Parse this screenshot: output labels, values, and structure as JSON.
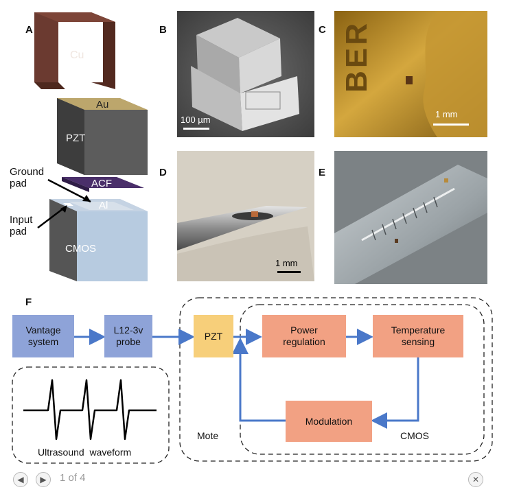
{
  "figure": {
    "panels": {
      "a": "A",
      "b": "B",
      "c": "C",
      "d": "D",
      "e": "E",
      "f": "F"
    },
    "panel_a": {
      "layers": {
        "cu": "Cu",
        "au": "Au",
        "pzt": "PZT",
        "acf": "ACF",
        "al": "Al",
        "cmos": "CMOS"
      },
      "callouts": {
        "ground": "Ground\npad",
        "input": "Input\npad"
      }
    },
    "panel_b": {
      "scale": "100 µm"
    },
    "panel_c": {
      "coin_letters": "BER",
      "scale": "1 mm"
    },
    "panel_d": {
      "scale": "1 mm"
    },
    "panel_f": {
      "vantage": "Vantage\nsystem",
      "probe": "L12-3v\nprobe",
      "pzt": "PZT",
      "power": "Power\nregulation",
      "temp": "Temperature\nsensing",
      "modulation": "Modulation",
      "mote": "Mote",
      "cmos": "CMOS",
      "waveform": "Ultrasound  waveform"
    },
    "colors": {
      "blue_box": "#8ea3d8",
      "pzt_box": "#f7cf7a",
      "orange_box": "#f2a183",
      "arrow": "#4a78c9",
      "cu": "#6a3a30",
      "au": "#b9a46a",
      "acf": "#4a2f6a",
      "al": "#c9d6e6",
      "cmos_side": "#b7cbe0"
    }
  },
  "viewer": {
    "counter": "1 of 4"
  }
}
